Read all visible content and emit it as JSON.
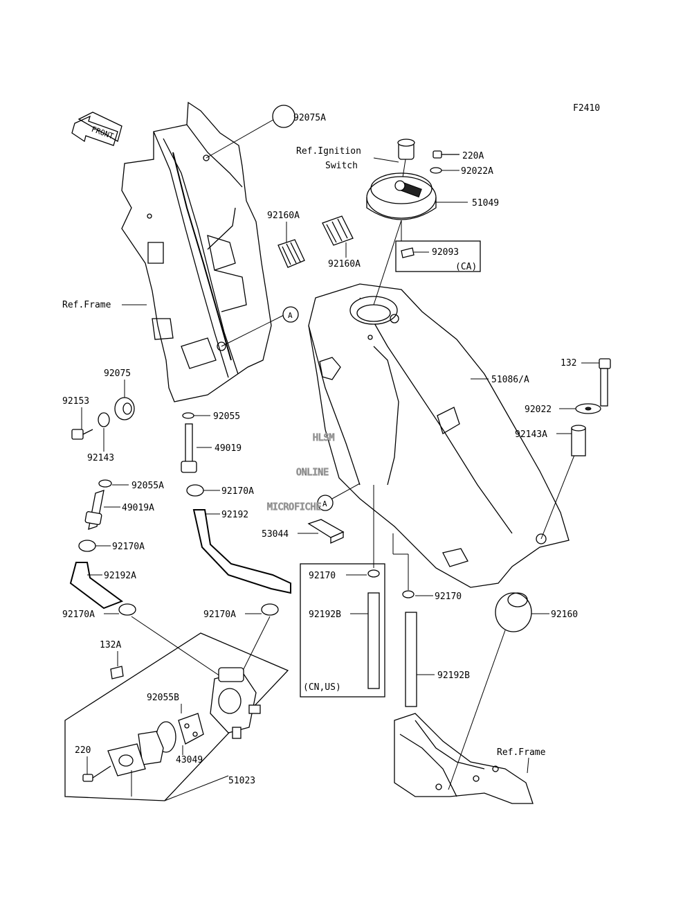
{
  "figure_code": "F2410",
  "front_label": "FRONT",
  "watermark": [
    "HLSM",
    "ONLINE",
    "MICROFICHE"
  ],
  "callout_letter": "A",
  "references": {
    "ignition_switch_line1": "Ref.Ignition",
    "ignition_switch_line2": "Switch",
    "frame_left": "Ref.Frame",
    "frame_right": "Ref.Frame"
  },
  "group_labels": {
    "ca": "(CA)",
    "cn_us": "(CN,US)"
  },
  "parts": {
    "p92075A": "92075A",
    "p220A": "220A",
    "p92022A": "92022A",
    "p51049": "51049",
    "p92160A_top": "92160A",
    "p92160A_bottom": "92160A",
    "p92093": "92093",
    "p51086A": "51086/A",
    "p132": "132",
    "p92022": "92022",
    "p92143A": "92143A",
    "p92075": "92075",
    "p92153": "92153",
    "p92143": "92143",
    "p92055": "92055",
    "p49019": "49019",
    "p92055A": "92055A",
    "p92170A_a": "92170A",
    "p49019A": "49019A",
    "p92192": "92192",
    "p53044": "53044",
    "p92170A_b": "92170A",
    "p92192A": "92192A",
    "p92170_box": "92170",
    "p92192B_box": "92192B",
    "p92170_right": "92170",
    "p92160": "92160",
    "p92170A_c": "92170A",
    "p92170A_d": "92170A",
    "p132A": "132A",
    "p92055B": "92055B",
    "p92192B_right": "92192B",
    "p220": "220",
    "p43049": "43049",
    "p51023": "51023"
  }
}
